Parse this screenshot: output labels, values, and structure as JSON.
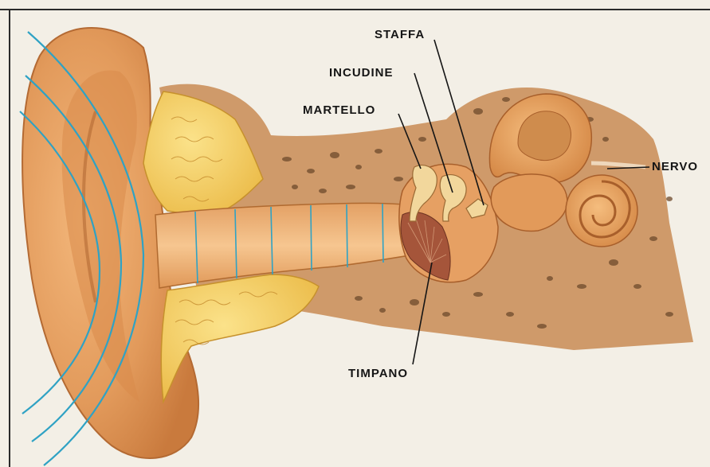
{
  "labels": {
    "staffa": "STAFFA",
    "incudine": "INCUDINE",
    "martello": "MARTELLO",
    "nervo": "NERVO",
    "timpano": "TIMPANO"
  },
  "colors": {
    "background": "#f3efe6",
    "frame": "#2a2a2a",
    "skin": "#e5a062",
    "skin_dark": "#c67a3e",
    "bone": "#cf9a6a",
    "cartilage": "#f0cc55",
    "sound_waves": "#2fa2c4",
    "eardrum": "#a5553a",
    "text": "#151515"
  }
}
